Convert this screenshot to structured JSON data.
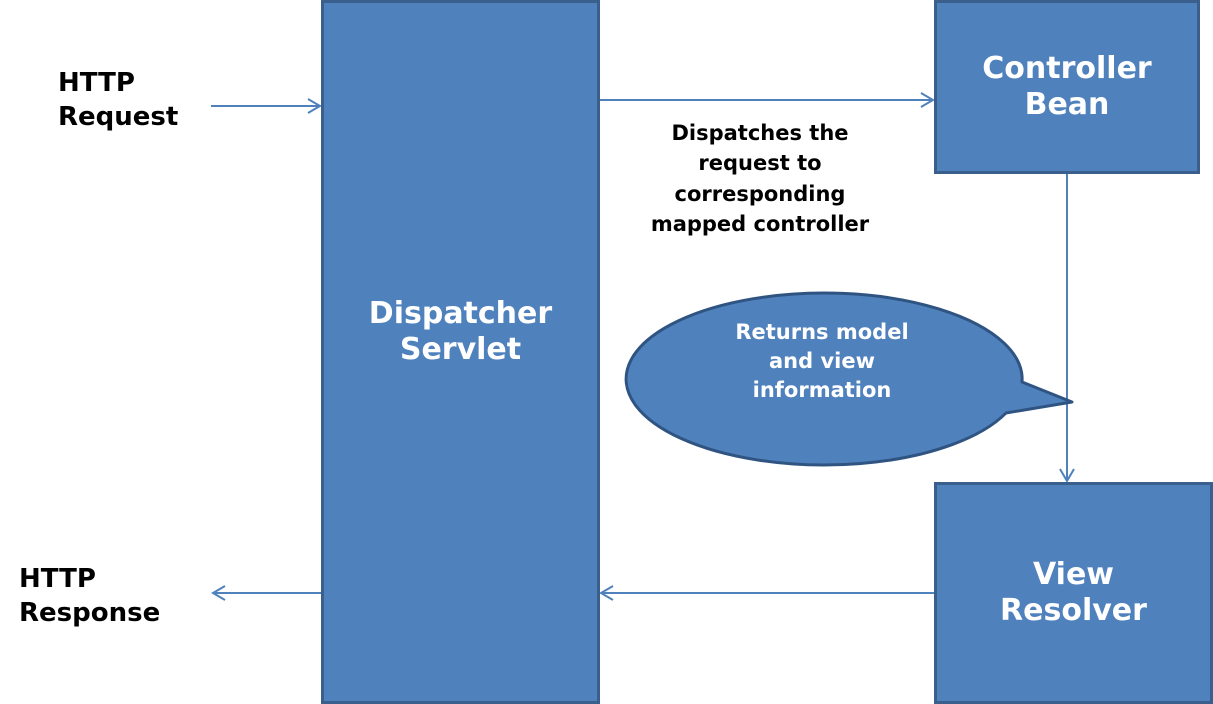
{
  "diagram": {
    "nodes": {
      "dispatcher_servlet": {
        "line1": "Dispatcher",
        "line2": "Servlet"
      },
      "controller_bean": {
        "line1": "Controller",
        "line2": "Bean"
      },
      "view_resolver": {
        "line1": "View",
        "line2": "Resolver"
      }
    },
    "external": {
      "http_request": {
        "line1": "HTTP",
        "line2": "Request"
      },
      "http_response": {
        "line1": "HTTP",
        "line2": "Response"
      }
    },
    "edge_labels": {
      "dispatch": {
        "line1": "Dispatches the",
        "line2": "request to",
        "line3": "corresponding",
        "line4": "mapped controller"
      },
      "returns": {
        "line1": "Returns model",
        "line2": "and view",
        "line3": "information"
      }
    },
    "colors": {
      "box_fill": "#4f81bd",
      "box_border": "#3a5f8c",
      "arrow": "#4f81bd",
      "label_text": "#000000",
      "box_text": "#ffffff"
    }
  }
}
